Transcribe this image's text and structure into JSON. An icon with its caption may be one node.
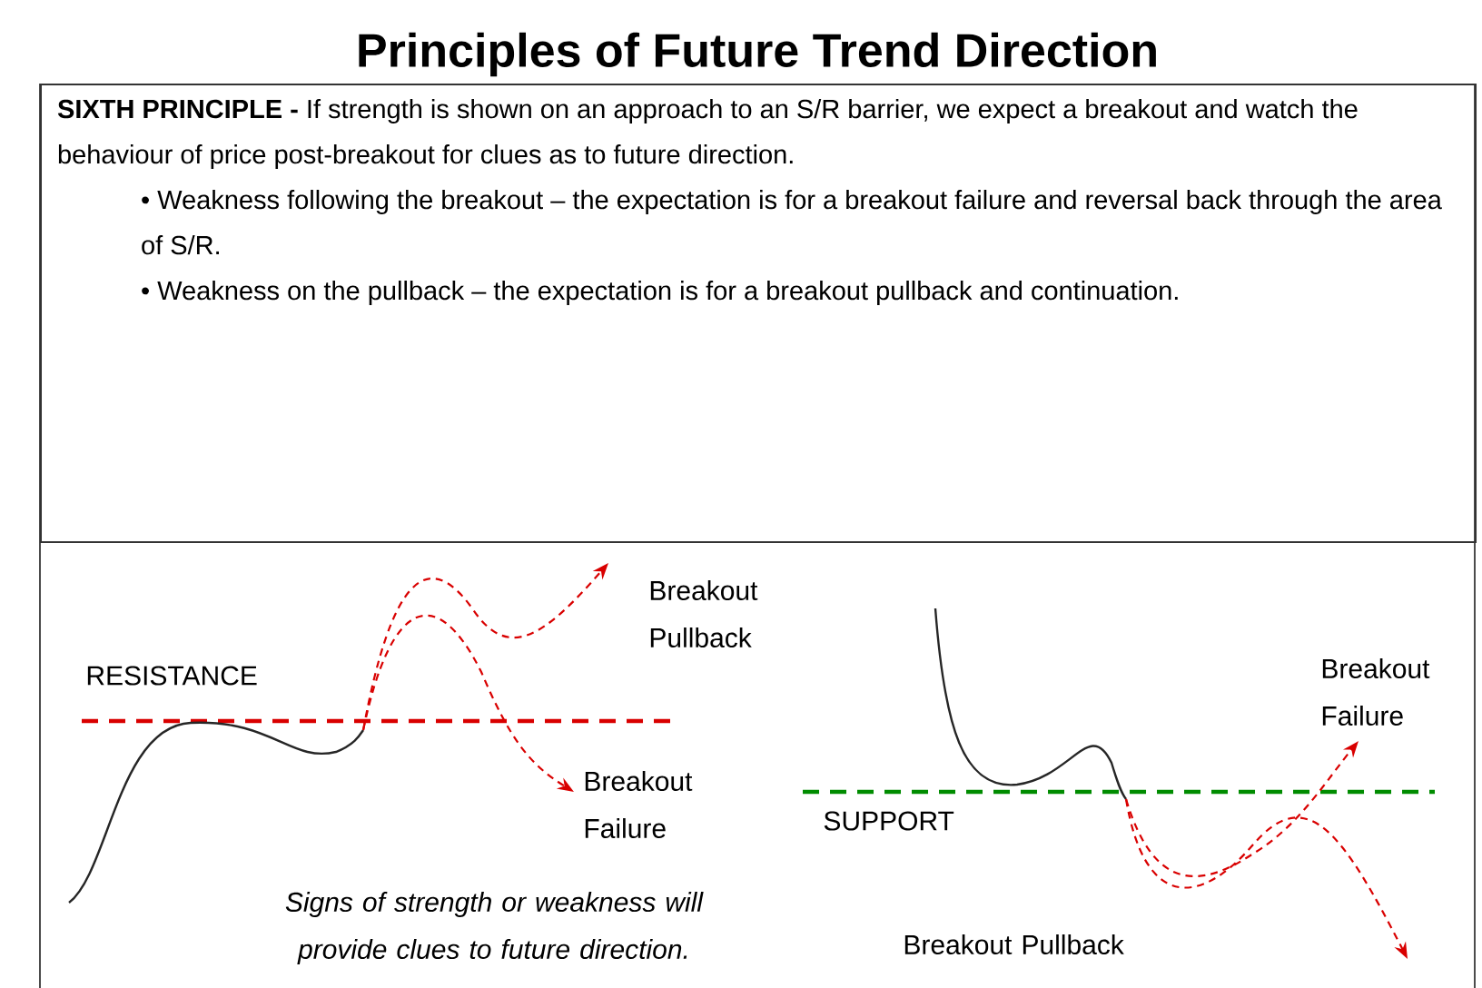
{
  "diagram": {
    "title": "Principles of Future Trend Direction",
    "nodes": [
      {
        "text": [
          "**SIXTH PRINCIPLE -** If strength is shown on an approach to an S/R barrier, we expect a breakout and watch the behaviour of price post-breakout for clues as to future direction.",
          "• Weakness following the breakout – the expectation is for a breakout failure and reversal back through the area of S/R.",
          "• Weakness on the pullback – the expectation is for a breakout pullback and continuation."
        ]
      }
    ],
    "labels": [
      "Breakout Pullback",
      "RESISTANCE",
      "Breakout Failure",
      "SUPPORT",
      "Breakout Failure",
      "Signs of strength or weakness will provide clues to future direction.",
      "Breakout Pullback"
    ]
  }
}
